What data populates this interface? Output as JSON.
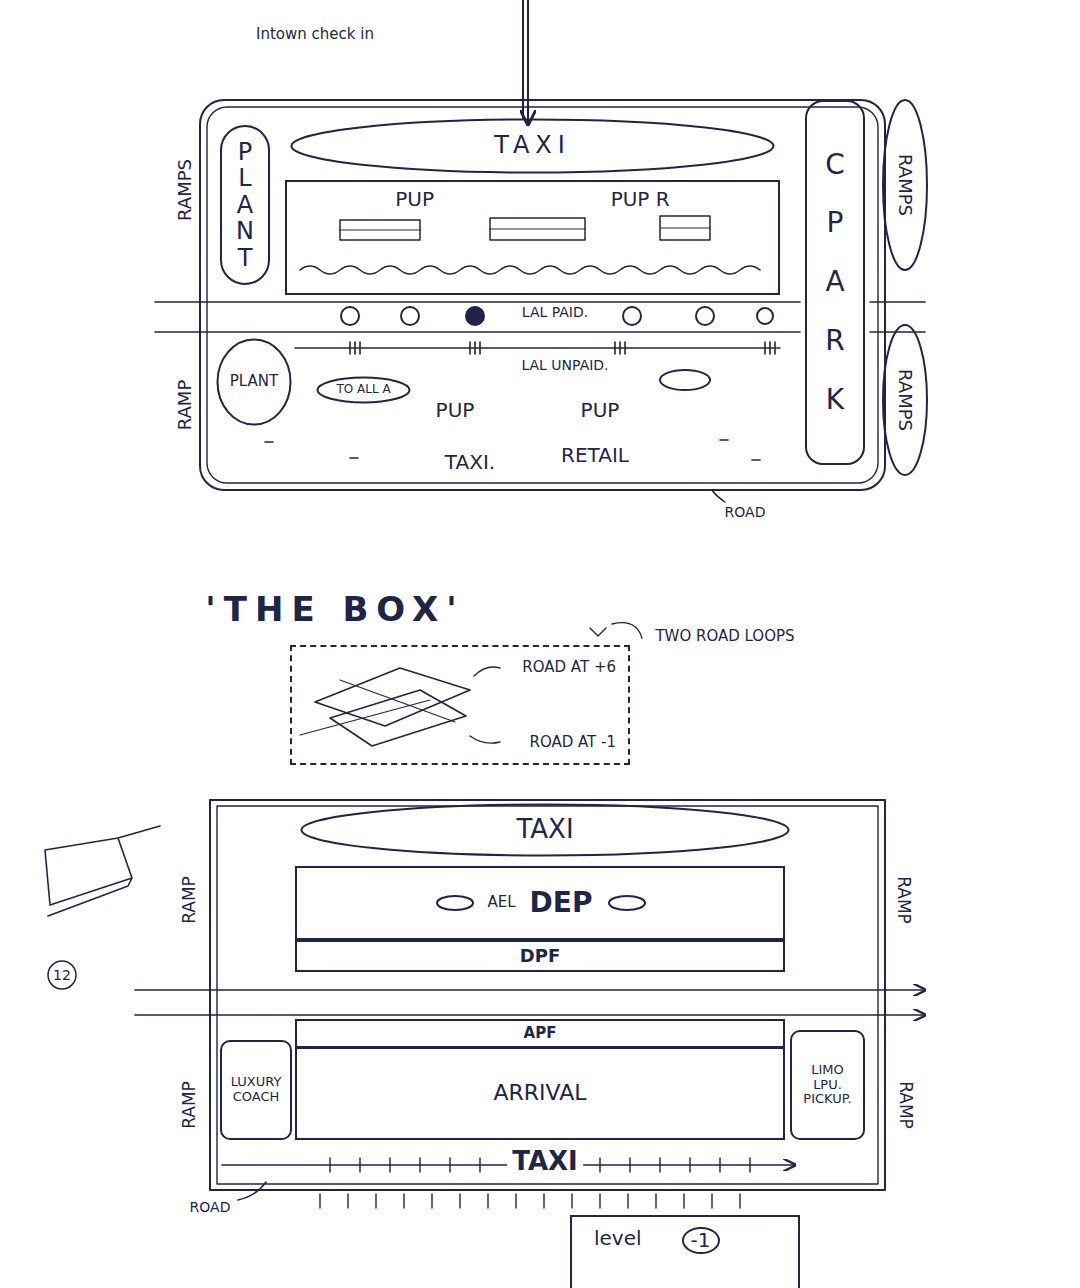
{
  "diagram": {
    "title": "'THE BOX'",
    "nodes": [
      {
        "text": [
          "TAXI"
        ]
      },
      {
        "text": [
          "PLANT"
        ]
      },
      {
        "text": [
          "CPARK"
        ]
      },
      {
        "text": [
          "PUP",
          "PUP R"
        ]
      },
      {
        "text": [
          "PLANT"
        ]
      },
      {
        "text": [
          "TO ALL A"
        ]
      },
      {
        "text": [
          "ROAD AT +6",
          "ROAD AT -1"
        ]
      },
      {
        "text": [
          "TAXI"
        ]
      },
      {
        "text": [
          "AEL",
          "DEP"
        ]
      },
      {
        "text": [
          "DPF"
        ]
      },
      {
        "text": [
          "APF"
        ]
      },
      {
        "text": [
          "ARRIVAL"
        ]
      },
      {
        "text": [
          "LUXURY COACH"
        ]
      },
      {
        "text": [
          "LIMO LPU. PICKUP."
        ]
      },
      {
        "text": [
          "level",
          "-1"
        ]
      }
    ],
    "labels": [
      "Intown check in",
      "RAMPS",
      "RAMPS",
      "LAL PAID.",
      "LAL UNPAID.",
      "RAMP",
      "RAMPS",
      "PUP",
      "PUP",
      "TAXI.",
      "RETAIL",
      "ROAD",
      "TWO ROAD LOOPS",
      "12",
      "RAMP",
      "RAMP",
      "RAMP",
      "RAMP",
      "TAXI",
      "ROAD"
    ]
  }
}
